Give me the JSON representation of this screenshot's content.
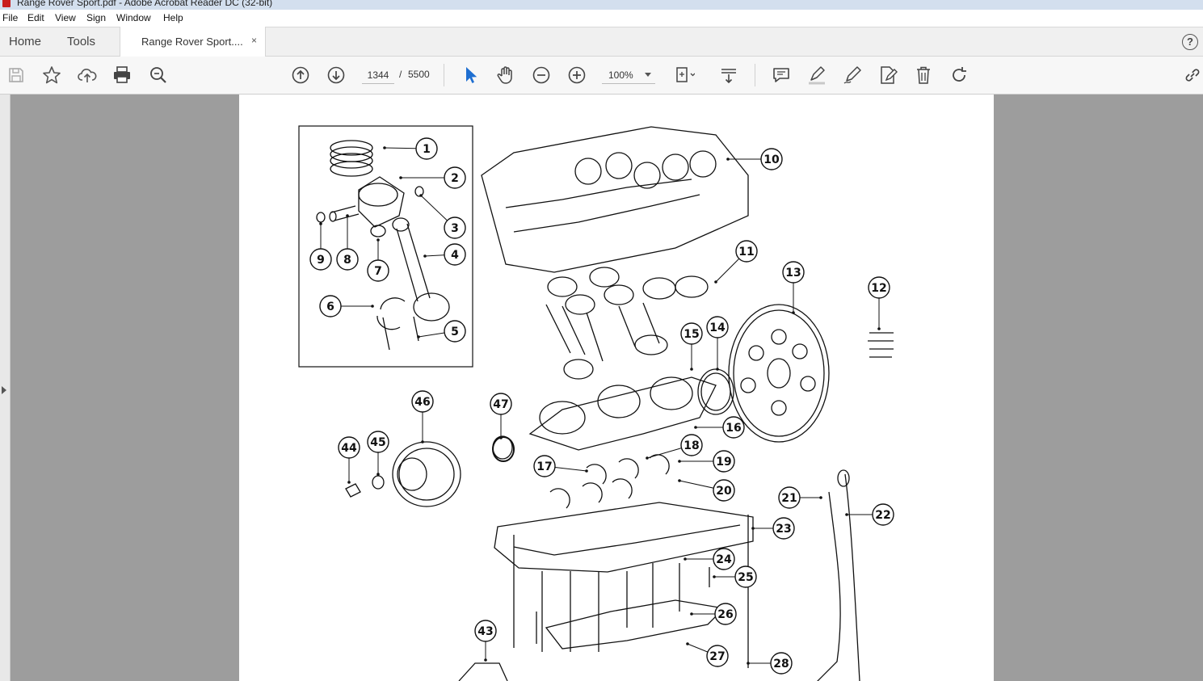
{
  "window": {
    "title": "Range Rover Sport.pdf - Adobe Acrobat Reader DC (32-bit)"
  },
  "menu": [
    "File",
    "Edit",
    "View",
    "Sign",
    "Window",
    "Help"
  ],
  "tabs": {
    "home": "Home",
    "tools": "Tools",
    "document": "Range Rover Sport....",
    "close_glyph": "×"
  },
  "help_glyph": "?",
  "toolbar": {
    "current_page": "1344",
    "page_separator": "/",
    "total_pages": "5500",
    "zoom": "100%"
  },
  "diagram": {
    "callouts": [
      "1",
      "2",
      "3",
      "4",
      "5",
      "6",
      "7",
      "8",
      "9",
      "10",
      "11",
      "12",
      "13",
      "14",
      "15",
      "16",
      "17",
      "18",
      "19",
      "20",
      "21",
      "22",
      "23",
      "24",
      "25",
      "26",
      "27",
      "28",
      "43",
      "44",
      "45",
      "46",
      "47"
    ]
  },
  "colors": {
    "accent": "#1f6fd1",
    "page_bg": "#9d9d9d",
    "paper": "#ffffff"
  }
}
